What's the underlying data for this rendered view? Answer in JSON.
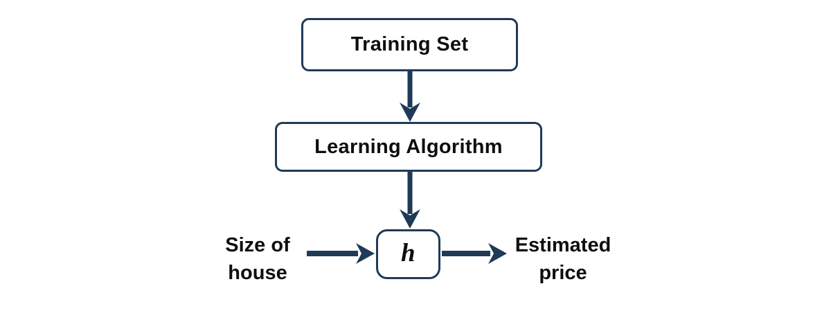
{
  "colors": {
    "line": "#1f3a57",
    "text": "#0e0e0e",
    "box_fill": "#ffffff",
    "background": "#ffffff"
  },
  "nodes": {
    "training_set": {
      "label": "Training Set"
    },
    "learning_algorithm": {
      "label": "Learning Algorithm"
    },
    "hypothesis": {
      "label": "h"
    }
  },
  "labels": {
    "input": {
      "line1": "Size of",
      "line2": "house"
    },
    "output": {
      "line1": "Estimated",
      "line2": "price"
    }
  },
  "edges": [
    {
      "from": "training_set",
      "to": "learning_algorithm",
      "direction": "down"
    },
    {
      "from": "learning_algorithm",
      "to": "hypothesis",
      "direction": "down"
    },
    {
      "from": "input_label",
      "to": "hypothesis",
      "direction": "right"
    },
    {
      "from": "hypothesis",
      "to": "output_label",
      "direction": "right"
    }
  ]
}
